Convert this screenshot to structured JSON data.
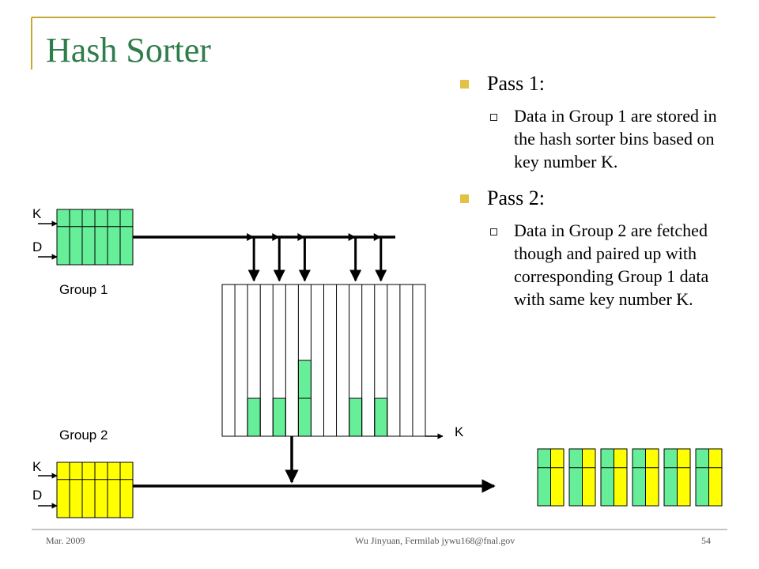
{
  "slide": {
    "title": "Hash Sorter",
    "colors": {
      "title": "#2e7d4a",
      "accent_line": "#c9a832",
      "bullet": "#e3c145",
      "group1_cell": "#66ee99",
      "group2_cell": "#ffff00"
    }
  },
  "bullets": [
    {
      "label": "Pass 1:",
      "sub": "Data in Group 1 are stored in the hash sorter bins based on key number K."
    },
    {
      "label": "Pass 2:",
      "sub": "Data in Group 2 are fetched though and paired up with corresponding Group 1 data with same key number K."
    }
  ],
  "diagram": {
    "group1_label": "Group 1",
    "group2_label": "Group 2",
    "k_label": "K",
    "d_label": "D",
    "bins_axis_label": "K",
    "bin_count": 16,
    "bin_fill_levels": [
      0,
      0,
      1,
      0,
      1,
      0,
      2,
      0,
      0,
      0,
      1,
      0,
      1,
      0,
      0,
      0
    ],
    "pair_count": 6
  },
  "footer": {
    "date": "Mar. 2009",
    "author": "Wu Jinyuan, Fermilab jywu168@fnal.gov",
    "page": "54"
  }
}
